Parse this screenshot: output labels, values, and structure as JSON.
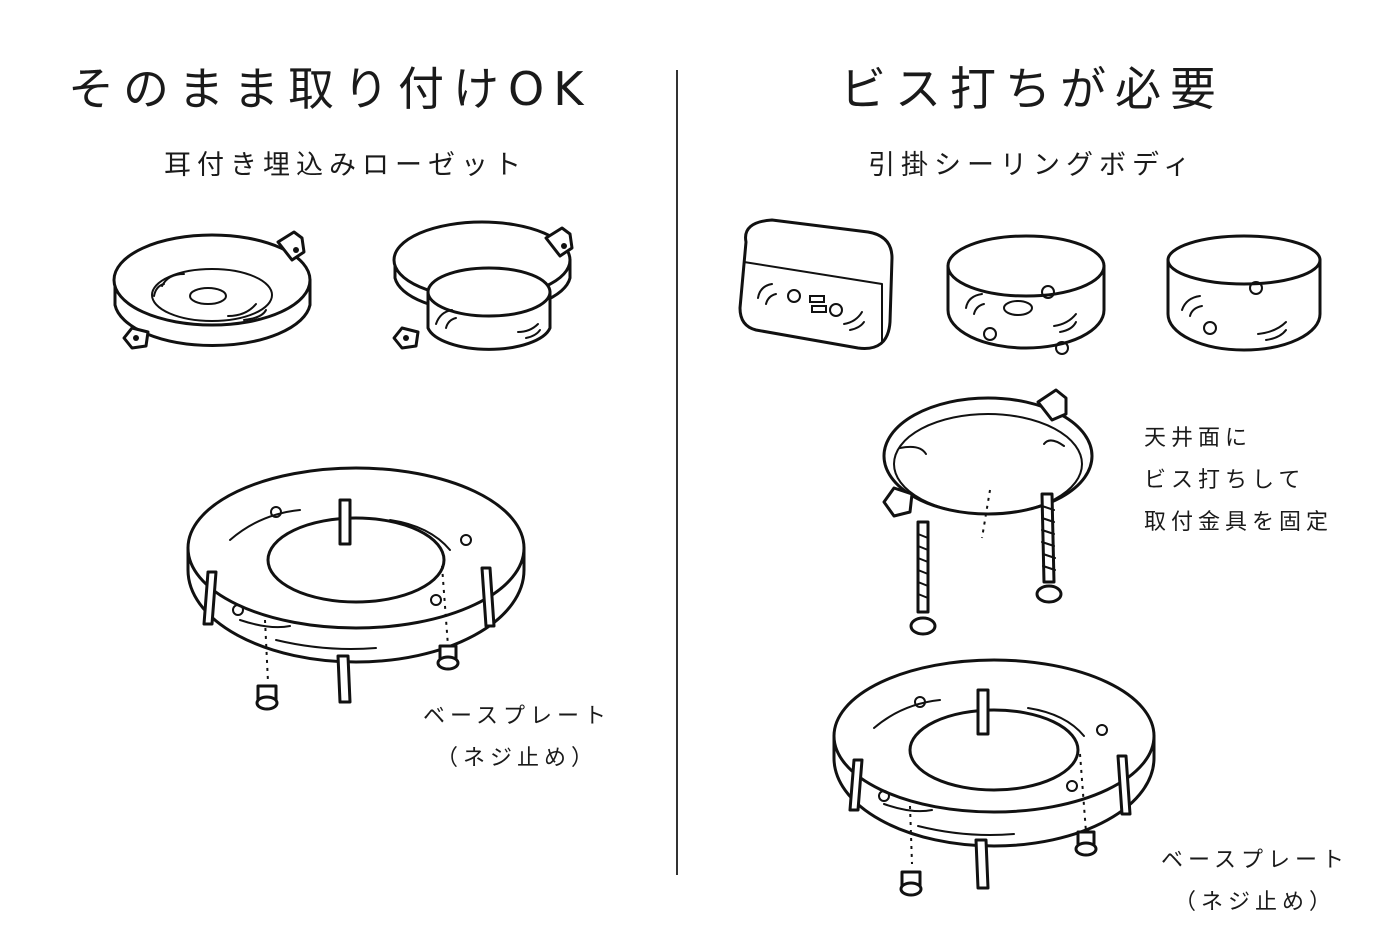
{
  "left": {
    "heading": "そのまま取り付けOK",
    "subheading": "耳付き埋込みローゼット",
    "base_plate_label": "ベースプレート",
    "base_plate_note": "（ネジ止め）"
  },
  "right": {
    "heading": "ビス打ちが必要",
    "subheading": "引掛シーリングボディ",
    "bracket_note": [
      "天井面に",
      "ビス打ちして",
      "取付金具を固定"
    ],
    "base_plate_label": "ベースプレート",
    "base_plate_note": "（ネジ止め）"
  }
}
